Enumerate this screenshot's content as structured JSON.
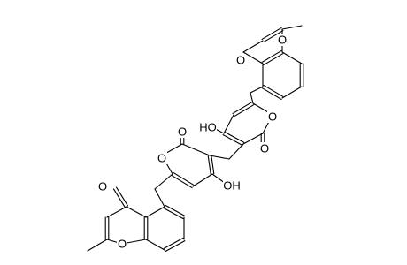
{
  "molecule": {
    "labels": [
      {
        "text": "O"
      },
      {
        "text": "O"
      },
      {
        "text": "O"
      },
      {
        "text": "HO"
      },
      {
        "text": "O"
      },
      {
        "text": "O"
      },
      {
        "text": "O"
      },
      {
        "text": "OH"
      },
      {
        "text": "O"
      },
      {
        "text": "O"
      }
    ]
  }
}
